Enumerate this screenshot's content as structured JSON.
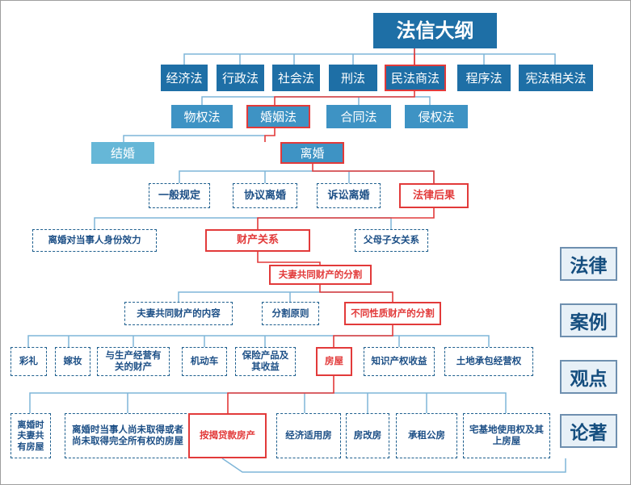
{
  "title": "法信大纲",
  "level1": [
    "经济法",
    "行政法",
    "社会法",
    "刑法",
    "民法商法",
    "程序法",
    "宪法相关法"
  ],
  "level2": [
    "物权法",
    "婚姻法",
    "合同法",
    "侵权法"
  ],
  "level3": [
    "结婚",
    "离婚"
  ],
  "level4": [
    "一般规定",
    "协议离婚",
    "诉讼离婚",
    "法律后果"
  ],
  "level5": [
    "离婚对当事人身份效力",
    "财产关系",
    "父母子女关系"
  ],
  "level6": "夫妻共同财产的分割",
  "level7": [
    "夫妻共同财产的内容",
    "分割原则",
    "不同性质财产的分割"
  ],
  "level8": [
    "彩礼",
    "嫁妆",
    "与生产经营有关的财产",
    "机动车",
    "保险产品及其收益",
    "房屋",
    "知识产权收益",
    "土地承包经营权"
  ],
  "level9": [
    "离婚时夫妻共有房屋",
    "离婚时当事人尚未取得或者尚未取得完全所有权的房屋",
    "按揭贷款房产",
    "经济适用房",
    "房改房",
    "承租公房",
    "宅基地使用权及其上房屋"
  ],
  "side_labels": [
    "法律",
    "案例",
    "观点",
    "论著"
  ],
  "colors": {
    "dark_blue": "#1e6fa6",
    "mid_blue": "#3e93c4",
    "light_blue": "#66b7d7",
    "highlight_red": "#e23a3a",
    "line_blue": "#7fb6d8"
  }
}
